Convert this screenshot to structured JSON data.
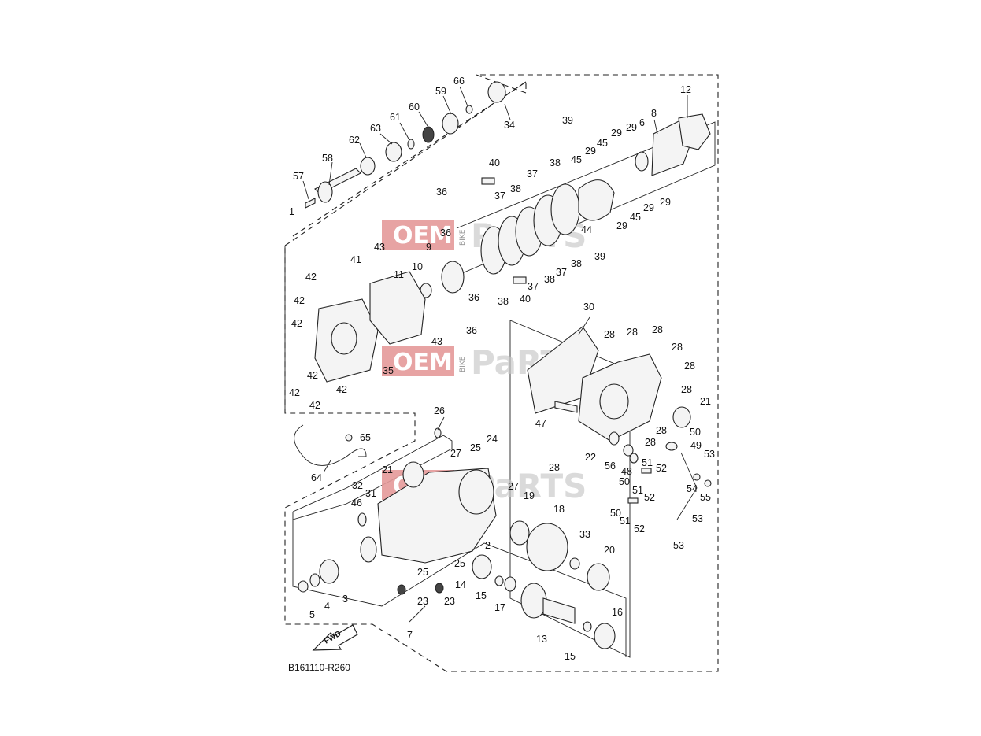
{
  "diagram": {
    "drawing_code": "B161110-R260",
    "fwd_label": "FWD",
    "watermark": {
      "oem": "OEM",
      "bike": "BIKE",
      "parts": "PaRTS"
    },
    "callouts": [
      {
        "id": "c-66",
        "text": "66"
      },
      {
        "id": "c-59",
        "text": "59"
      },
      {
        "id": "c-60",
        "text": "60"
      },
      {
        "id": "c-61",
        "text": "61"
      },
      {
        "id": "c-63",
        "text": "63"
      },
      {
        "id": "c-62",
        "text": "62"
      },
      {
        "id": "c-58",
        "text": "58"
      },
      {
        "id": "c-57",
        "text": "57"
      },
      {
        "id": "c-1",
        "text": "1"
      },
      {
        "id": "c-34",
        "text": "34"
      },
      {
        "id": "c-39a",
        "text": "39"
      },
      {
        "id": "c-29a",
        "text": "29"
      },
      {
        "id": "c-29b",
        "text": "29"
      },
      {
        "id": "c-6",
        "text": "6"
      },
      {
        "id": "c-8",
        "text": "8"
      },
      {
        "id": "c-12",
        "text": "12"
      },
      {
        "id": "c-45a",
        "text": "45"
      },
      {
        "id": "c-29c",
        "text": "29"
      },
      {
        "id": "c-45b",
        "text": "45"
      },
      {
        "id": "c-40a",
        "text": "40"
      },
      {
        "id": "c-37a",
        "text": "37"
      },
      {
        "id": "c-38a",
        "text": "38"
      },
      {
        "id": "c-36a",
        "text": "36"
      },
      {
        "id": "c-37b",
        "text": "37"
      },
      {
        "id": "c-38b",
        "text": "38"
      },
      {
        "id": "c-29d",
        "text": "29"
      },
      {
        "id": "c-29e",
        "text": "29"
      },
      {
        "id": "c-45c",
        "text": "45"
      },
      {
        "id": "c-29f",
        "text": "29"
      },
      {
        "id": "c-44",
        "text": "44"
      },
      {
        "id": "c-36b",
        "text": "36"
      },
      {
        "id": "c-9",
        "text": "9"
      },
      {
        "id": "c-43a",
        "text": "43"
      },
      {
        "id": "c-38c",
        "text": "38"
      },
      {
        "id": "c-39b",
        "text": "39"
      },
      {
        "id": "c-41",
        "text": "41"
      },
      {
        "id": "c-37c",
        "text": "37"
      },
      {
        "id": "c-38d",
        "text": "38"
      },
      {
        "id": "c-37d",
        "text": "37"
      },
      {
        "id": "c-42a",
        "text": "42"
      },
      {
        "id": "c-11",
        "text": "11"
      },
      {
        "id": "c-10",
        "text": "10"
      },
      {
        "id": "c-36c",
        "text": "36"
      },
      {
        "id": "c-38e",
        "text": "38"
      },
      {
        "id": "c-40b",
        "text": "40"
      },
      {
        "id": "c-42b",
        "text": "42"
      },
      {
        "id": "c-42c",
        "text": "42"
      },
      {
        "id": "c-36d",
        "text": "36"
      },
      {
        "id": "c-30",
        "text": "30"
      },
      {
        "id": "c-43b",
        "text": "43"
      },
      {
        "id": "c-28a",
        "text": "28"
      },
      {
        "id": "c-28b",
        "text": "28"
      },
      {
        "id": "c-28c",
        "text": "28"
      },
      {
        "id": "c-28d",
        "text": "28"
      },
      {
        "id": "c-35",
        "text": "35"
      },
      {
        "id": "c-28e",
        "text": "28"
      },
      {
        "id": "c-42d",
        "text": "42"
      },
      {
        "id": "c-42e",
        "text": "42"
      },
      {
        "id": "c-42f",
        "text": "42"
      },
      {
        "id": "c-28f",
        "text": "28"
      },
      {
        "id": "c-42g",
        "text": "42"
      },
      {
        "id": "c-21a",
        "text": "21"
      },
      {
        "id": "c-47",
        "text": "47"
      },
      {
        "id": "c-28g",
        "text": "28"
      },
      {
        "id": "c-50a",
        "text": "50"
      },
      {
        "id": "c-26",
        "text": "26"
      },
      {
        "id": "c-65",
        "text": "65"
      },
      {
        "id": "c-24",
        "text": "24"
      },
      {
        "id": "c-28h",
        "text": "28"
      },
      {
        "id": "c-49",
        "text": "49"
      },
      {
        "id": "c-53a",
        "text": "53"
      },
      {
        "id": "c-22",
        "text": "22"
      },
      {
        "id": "c-27a",
        "text": "27"
      },
      {
        "id": "c-25a",
        "text": "25"
      },
      {
        "id": "c-51a",
        "text": "51"
      },
      {
        "id": "c-52a",
        "text": "52"
      },
      {
        "id": "c-64",
        "text": "64"
      },
      {
        "id": "c-56",
        "text": "56"
      },
      {
        "id": "c-48",
        "text": "48"
      },
      {
        "id": "c-28i",
        "text": "28"
      },
      {
        "id": "c-21b",
        "text": "21"
      },
      {
        "id": "c-50b",
        "text": "50"
      },
      {
        "id": "c-32",
        "text": "32"
      },
      {
        "id": "c-51b",
        "text": "51"
      },
      {
        "id": "c-54",
        "text": "54"
      },
      {
        "id": "c-31",
        "text": "31"
      },
      {
        "id": "c-55",
        "text": "55"
      },
      {
        "id": "c-27b",
        "text": "27"
      },
      {
        "id": "c-19",
        "text": "19"
      },
      {
        "id": "c-52b",
        "text": "52"
      },
      {
        "id": "c-46",
        "text": "46"
      },
      {
        "id": "c-18",
        "text": "18"
      },
      {
        "id": "c-50c",
        "text": "50"
      },
      {
        "id": "c-51c",
        "text": "51"
      },
      {
        "id": "c-53b",
        "text": "53"
      },
      {
        "id": "c-52c",
        "text": "52"
      },
      {
        "id": "c-2",
        "text": "2"
      },
      {
        "id": "c-33",
        "text": "33"
      },
      {
        "id": "c-53c",
        "text": "53"
      },
      {
        "id": "c-20",
        "text": "20"
      },
      {
        "id": "c-25b",
        "text": "25"
      },
      {
        "id": "c-25c",
        "text": "25"
      },
      {
        "id": "c-14",
        "text": "14"
      },
      {
        "id": "c-3",
        "text": "3"
      },
      {
        "id": "c-4",
        "text": "4"
      },
      {
        "id": "c-15a",
        "text": "15"
      },
      {
        "id": "c-23a",
        "text": "23"
      },
      {
        "id": "c-23b",
        "text": "23"
      },
      {
        "id": "c-17",
        "text": "17"
      },
      {
        "id": "c-5",
        "text": "5"
      },
      {
        "id": "c-16",
        "text": "16"
      },
      {
        "id": "c-7",
        "text": "7"
      },
      {
        "id": "c-13",
        "text": "13"
      },
      {
        "id": "c-15b",
        "text": "15"
      }
    ]
  }
}
